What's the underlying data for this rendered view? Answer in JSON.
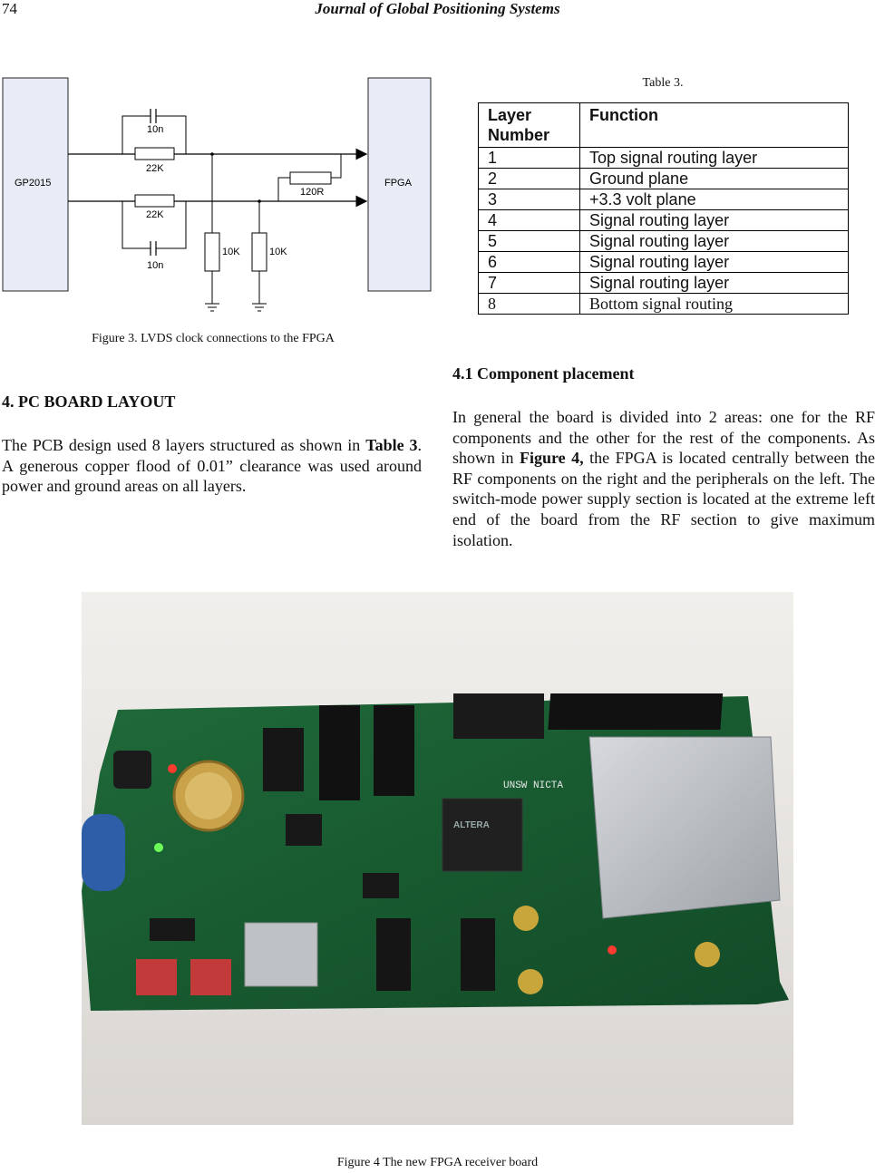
{
  "header": {
    "page_number": "74",
    "journal_title": "Journal of Global Positioning Systems"
  },
  "figure3": {
    "caption": "Figure 3.  LVDS clock connections to the FPGA",
    "labels": {
      "gp2015": "GP2015",
      "fpga": "FPGA",
      "cap_top": "10n",
      "res_top": "22K",
      "res_bottom": "22K",
      "cap_bottom": "10n",
      "res_term": "120R",
      "pull1": "10K",
      "pull2": "10K"
    }
  },
  "table3": {
    "caption": "Table 3.",
    "headers": [
      "Layer Number",
      "Function"
    ],
    "rows": [
      [
        "1",
        "Top signal routing layer"
      ],
      [
        "2",
        "Ground plane"
      ],
      [
        "3",
        "+3.3 volt plane"
      ],
      [
        "4",
        "Signal routing layer"
      ],
      [
        "5",
        "Signal routing layer"
      ],
      [
        "6",
        "Signal routing layer"
      ],
      [
        "7",
        "Signal routing layer"
      ],
      [
        "8",
        "Bottom signal routing"
      ]
    ]
  },
  "section4": {
    "heading": "4. PC BOARD LAYOUT",
    "p_before_ref": "The PCB design used 8 layers structured as shown in ",
    "p_ref": "Table 3",
    "p_after_ref": ". A generous copper flood of 0.01” clearance was used around power and ground areas on all layers."
  },
  "section41": {
    "heading": "4.1 Component placement",
    "p_before_ref": "In general the board is divided into 2 areas: one for the RF components and the other for the rest of the components. As shown in ",
    "p_ref": "Figure 4,",
    "p_after_ref": " the FPGA is located centrally between the RF components on the right and the peripherals on the left. The switch-mode power supply section is located at the extreme left end of the board from the RF section to give maximum isolation."
  },
  "figure4": {
    "caption": "Figure 4 The new FPGA receiver board",
    "silkscreen": "UNSW NICTA"
  }
}
